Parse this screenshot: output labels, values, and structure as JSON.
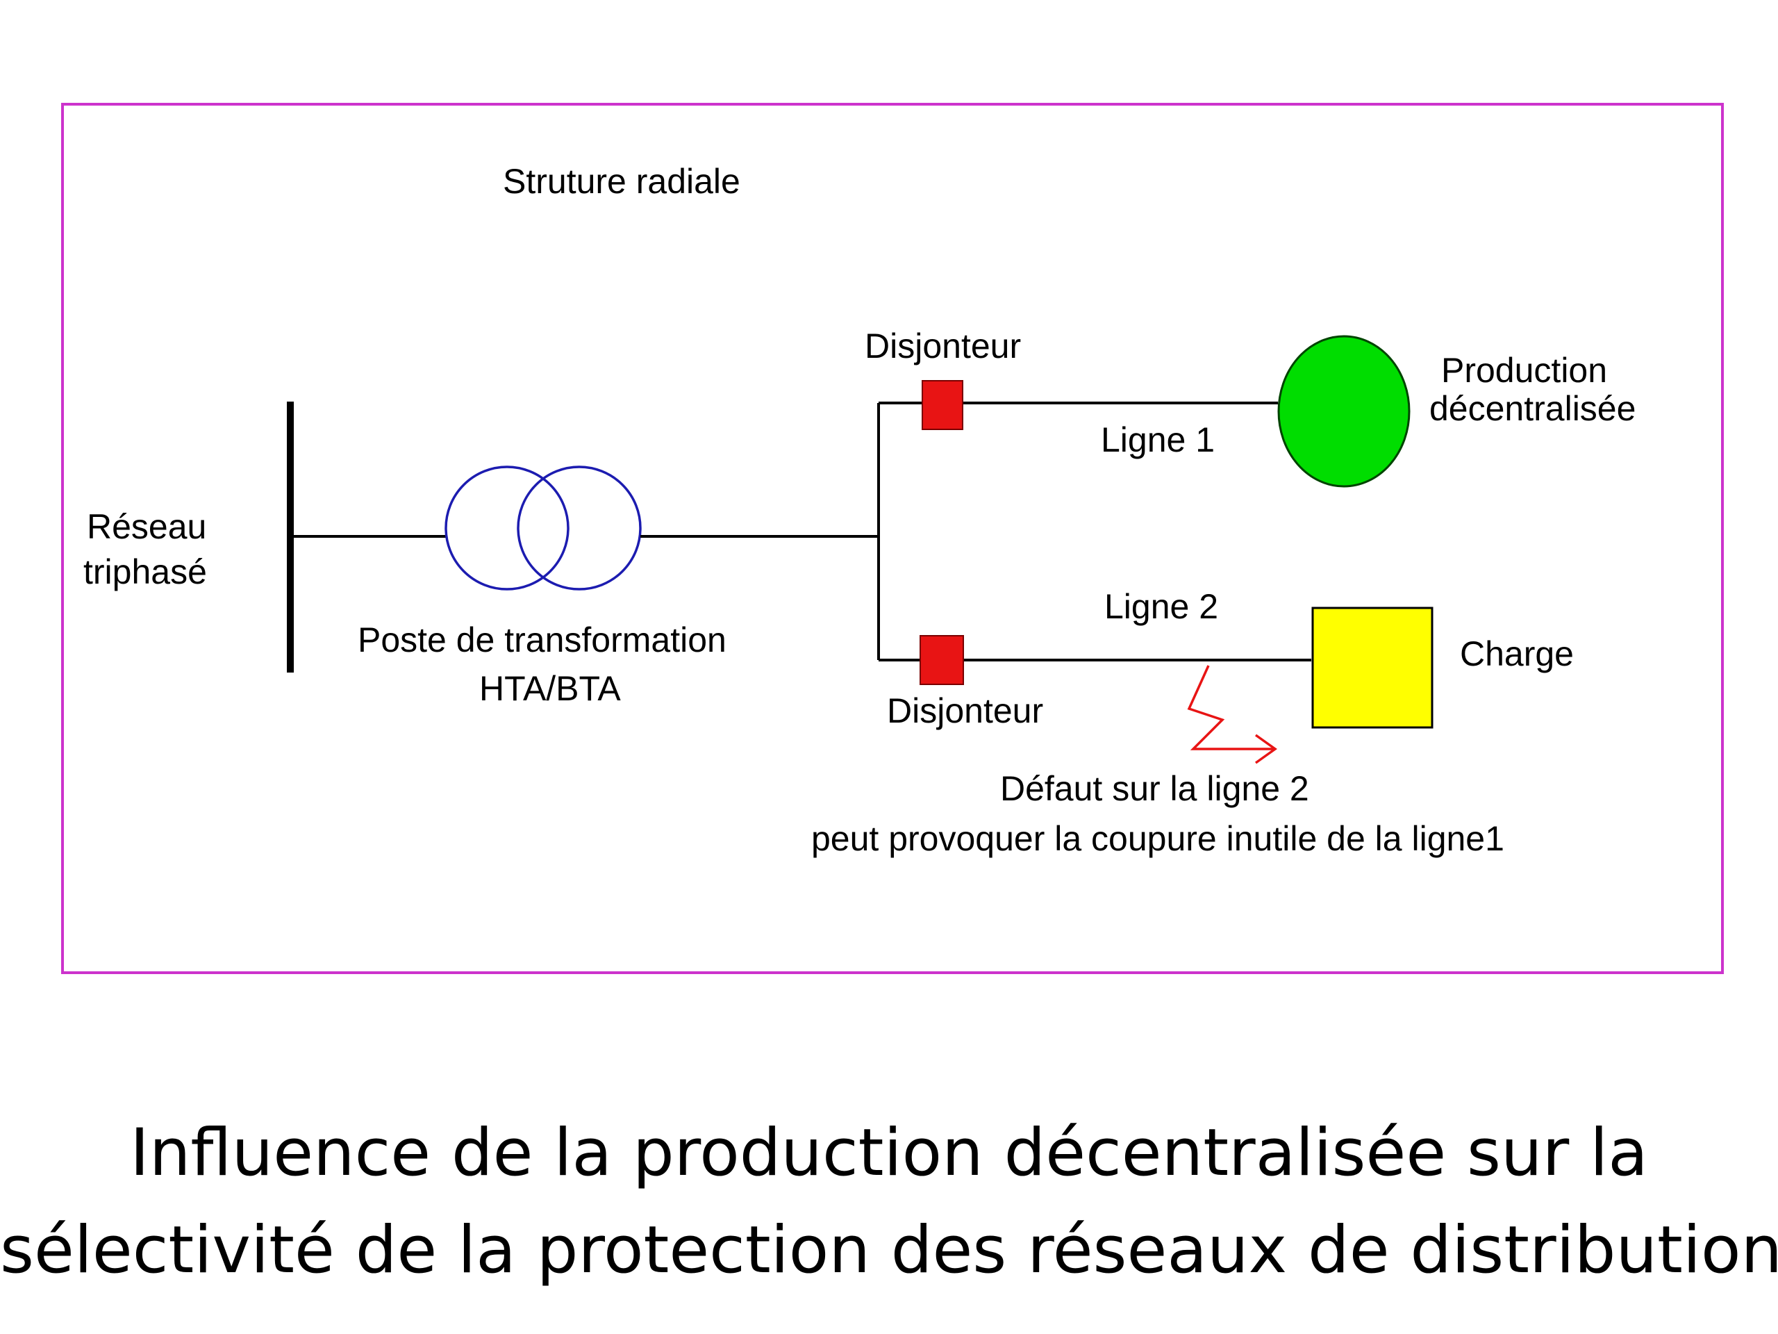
{
  "diagram": {
    "title": "Struture radiale",
    "labels": {
      "reseau_line1": "Réseau",
      "reseau_line2": "triphasé",
      "poste_line1": "Poste de transformation",
      "poste_line2": "HTA/BTA",
      "disjoncteur_top": "Disjonteur",
      "disjoncteur_bottom": "Disjonteur",
      "ligne1": "Ligne 1",
      "ligne2": "Ligne 2",
      "production_line1": "Production",
      "production_line2": "décentralisée",
      "charge": "Charge",
      "defaut_line1": "Défaut sur la ligne 2",
      "defaut_line2": "peut provoquer la coupure inutile de la ligne1"
    },
    "colors": {
      "frame": "#cc33cc",
      "wire": "#000000",
      "transformer": "#1c1cb0",
      "breaker": "#e81414",
      "production": "#00dd00",
      "charge": "#ffff00",
      "fault": "#e81414"
    }
  },
  "caption": {
    "line1": "Influence de la production décentralisée sur la",
    "line2": "sélectivité de la protection des réseaux de distribution"
  }
}
